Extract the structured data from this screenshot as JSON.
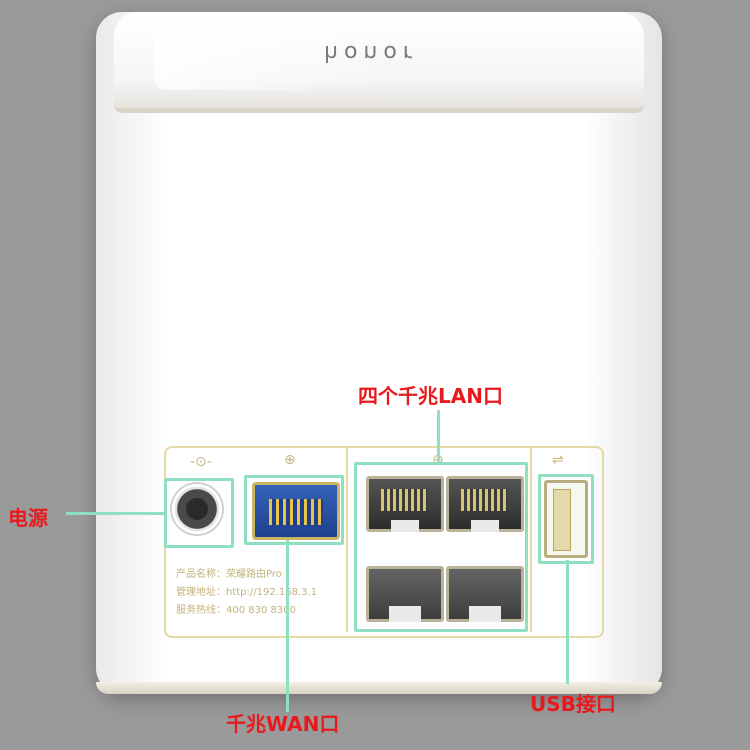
{
  "product": {
    "brand_logo": "honor",
    "info_lines": [
      "产品名称：荣耀路由Pro",
      "管理地址：http://192.168.3.1",
      "服务热线：400 830 8300"
    ]
  },
  "labels": {
    "power": "电源",
    "wan": "千兆WAN口",
    "lan": "四个千兆LAN口",
    "usb": "USB接口"
  },
  "colors": {
    "highlight": "#8fe0c0",
    "callout_text": "#e8191d",
    "panel_gold": "#e5d9a4",
    "wan_blue": "#2a52a8"
  },
  "icons": {
    "power": "power-plug-icon",
    "wan": "globe-network-icon",
    "lan": "lan-network-icon",
    "usb": "usb-icon"
  }
}
